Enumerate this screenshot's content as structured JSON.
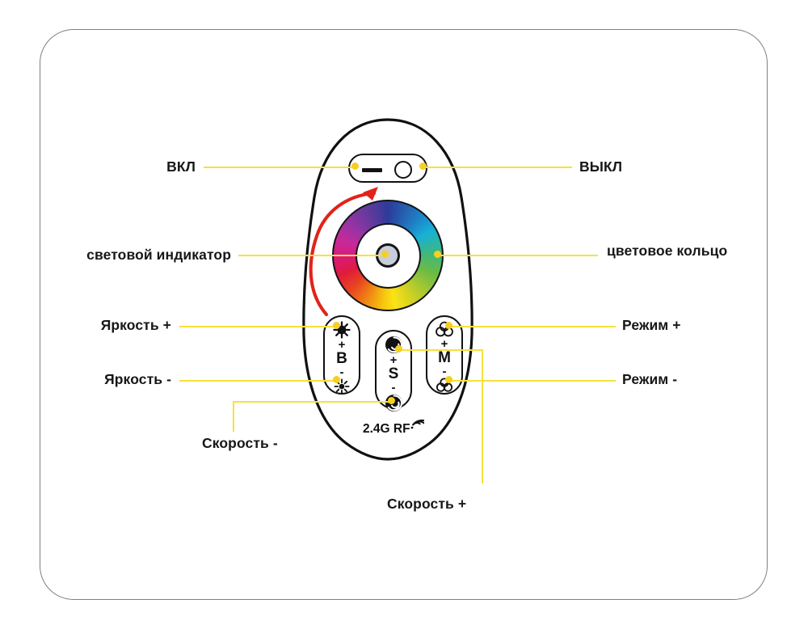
{
  "diagram": {
    "title": "RGB LED remote control callout diagram",
    "accent_line_color": "#f5e13c",
    "dot_color": "#f5d020",
    "frame_color": "#808085",
    "body_color": "#111114",
    "arrow_color": "#e2231a"
  },
  "remote": {
    "power_button": {
      "name": "power-toggle",
      "dash": "—",
      "circle": "○"
    },
    "color_wheel": {
      "name": "color-ring",
      "hub": "light-indicator"
    },
    "rotation_arrow": {
      "direction": "counter-clockwise"
    },
    "brightness_button": {
      "letter": "B",
      "plus": "+",
      "minus": "-",
      "top_icon": "sun-full-icon",
      "bottom_icon": "sun-small-icon"
    },
    "speed_button": {
      "letter": "S",
      "plus": "+",
      "minus": "-",
      "top_icon": "spiral-icon",
      "bottom_icon": "spiral-icon"
    },
    "mode_button": {
      "letter": "M",
      "plus": "+",
      "minus": "-",
      "top_icon": "rgb-venn-icon",
      "bottom_icon": "rgb-venn-icon"
    },
    "rf_label": "2.4G RF"
  },
  "callouts": {
    "power_on": "ВКЛ",
    "power_off": "ВЫКЛ",
    "light_indicator": "световой индикатор",
    "color_ring": "цветовое кольцо",
    "brightness_up": "Яркость +",
    "brightness_down": "Яркость -",
    "mode_up": "Режим +",
    "mode_down": "Режим -",
    "speed_down": "Скорость -",
    "speed_up": "Скорость +"
  }
}
